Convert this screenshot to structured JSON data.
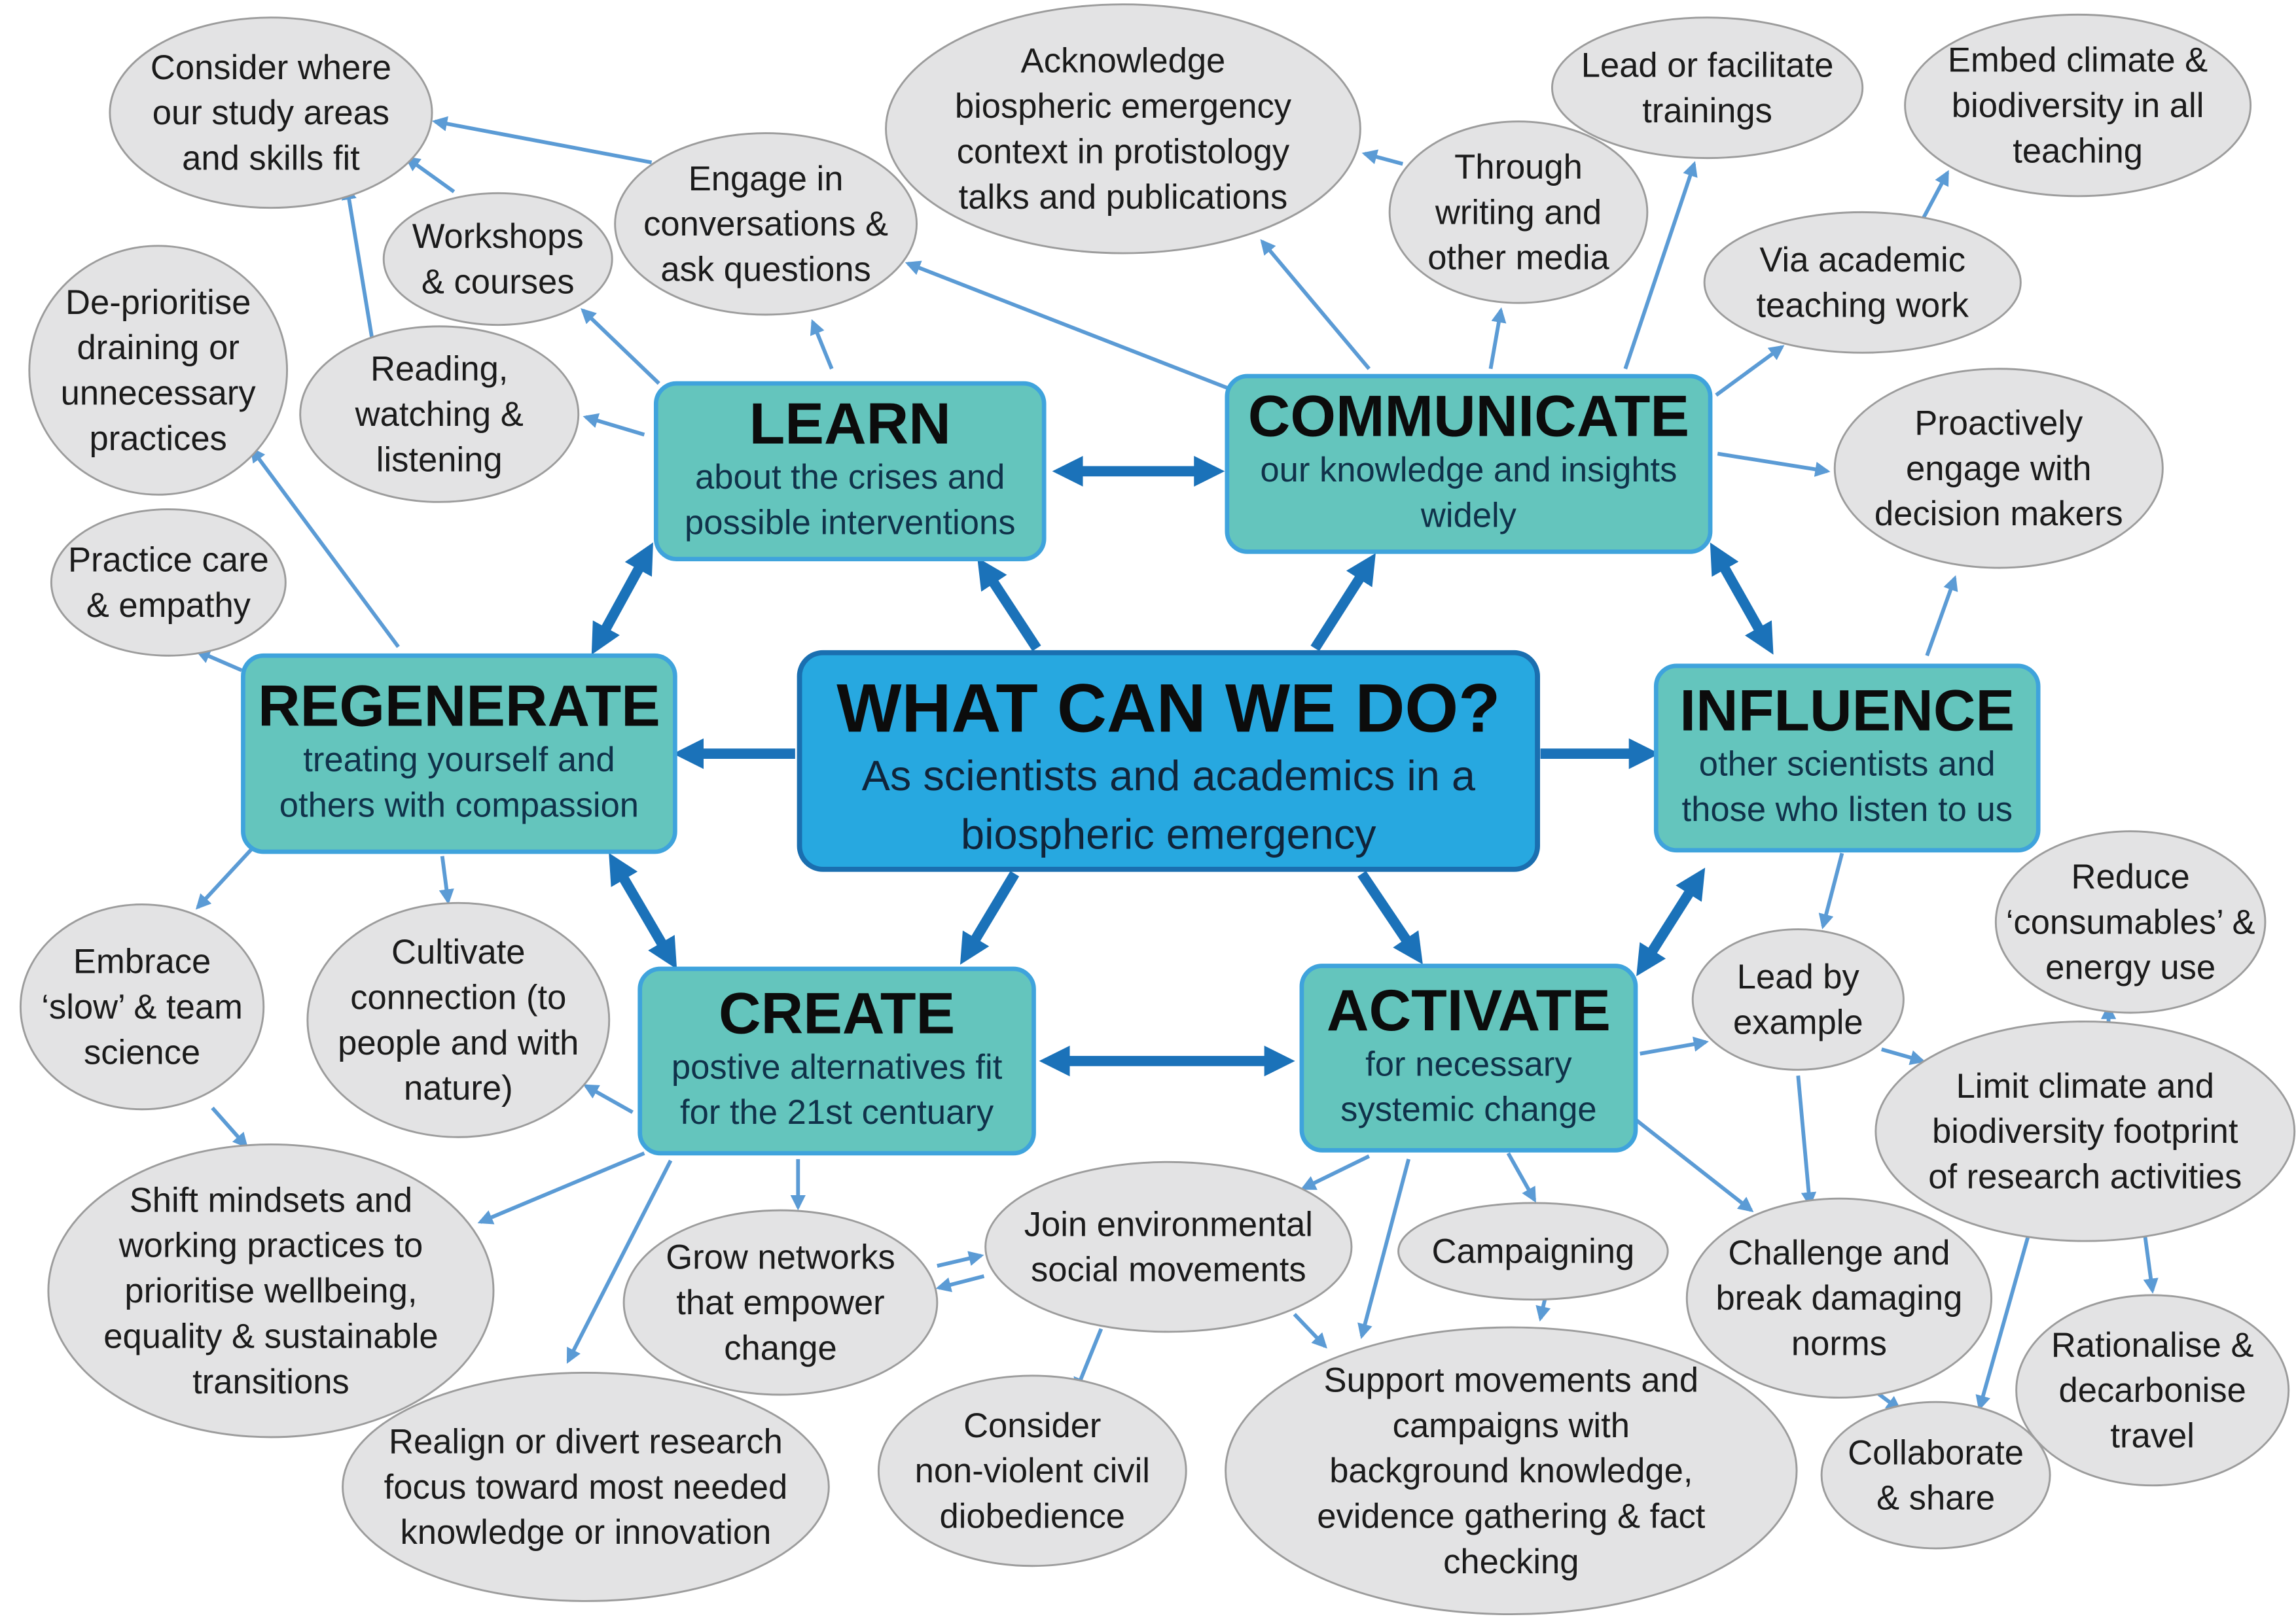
{
  "center": {
    "title": "WHAT CAN WE DO?",
    "lines": [
      "As  scientists and academics in a",
      "biospheric emergency"
    ]
  },
  "boxes": [
    {
      "title": "LEARN",
      "lines": [
        "about the crises and",
        "possible interventions"
      ]
    },
    {
      "title": "COMMUNICATE",
      "lines": [
        "our knowledge and insights",
        "widely"
      ]
    },
    {
      "title": "REGENERATE",
      "lines": [
        "treating yourself and",
        "others with compassion"
      ]
    },
    {
      "title": "INFLUENCE",
      "lines": [
        "other scientists and",
        "those who listen to us"
      ]
    },
    {
      "title": "CREATE",
      "lines": [
        "postive alternatives fit",
        "for the 21st centuary"
      ]
    },
    {
      "title": "ACTIVATE",
      "lines": [
        "for necessary",
        "systemic change"
      ]
    }
  ],
  "bubbles": [
    {
      "lines": [
        "Consider where",
        "our study areas",
        "and skills  fit"
      ]
    },
    {
      "lines": [
        "Workshops",
        "& courses"
      ]
    },
    {
      "lines": [
        "Engage in",
        "conversations &",
        "ask questions"
      ]
    },
    {
      "lines": [
        "Acknowledge",
        "biospheric emergency",
        "context in protistology",
        "talks and publications"
      ]
    },
    {
      "lines": [
        "Through",
        "writing and",
        "other media"
      ]
    },
    {
      "lines": [
        "Lead or facilitate",
        "trainings"
      ]
    },
    {
      "lines": [
        "Embed climate &",
        "biodiversity in all",
        "teaching"
      ]
    },
    {
      "lines": [
        "Via academic",
        "teaching work"
      ]
    },
    {
      "lines": [
        "De-prioritise",
        "draining or",
        "unnecessary",
        "practices"
      ]
    },
    {
      "lines": [
        "Reading,",
        "watching &",
        "listening"
      ]
    },
    {
      "lines": [
        "Proactively",
        "engage with",
        "decision makers"
      ]
    },
    {
      "lines": [
        "Practice care",
        "& empathy"
      ]
    },
    {
      "lines": [
        "Reduce",
        "‘consumables’ &",
        "energy use"
      ]
    },
    {
      "lines": [
        "Lead by",
        "example"
      ]
    },
    {
      "lines": [
        "Embrace",
        "‘slow’ & team",
        "science"
      ]
    },
    {
      "lines": [
        "Cultivate",
        "connection (to",
        "people and with",
        "nature)"
      ]
    },
    {
      "lines": [
        "Limit climate and",
        "biodiversity footprint",
        "of research activities"
      ]
    },
    {
      "lines": [
        "Shift mindsets and",
        "working practices to",
        "prioritise wellbeing,",
        "equality & sustainable",
        "transitions"
      ]
    },
    {
      "lines": [
        "Join environmental",
        "social movements"
      ]
    },
    {
      "lines": [
        "Campaigning"
      ]
    },
    {
      "lines": [
        "Challenge and",
        "break damaging",
        "norms"
      ]
    },
    {
      "lines": [
        "Grow networks",
        "that empower",
        "change"
      ]
    },
    {
      "lines": [
        "Rationalise &",
        "decarbonise",
        "travel"
      ]
    },
    {
      "lines": [
        "Consider",
        "non-violent civil",
        "diobedience"
      ]
    },
    {
      "lines": [
        "Realign or divert research",
        "focus toward most needed",
        "knowledge or innovation"
      ]
    },
    {
      "lines": [
        "Support movements and",
        "campaigns with",
        "background knowledge,",
        "evidence gathering & fact",
        "checking"
      ]
    },
    {
      "lines": [
        "Collaborate",
        "& share"
      ]
    }
  ],
  "colors": {
    "box_fill": "#64c5bd",
    "center_fill": "#27a8e0",
    "bubble_fill": "#e3e3e4",
    "thin_arrow": "#5b9bd5",
    "thick_arrow": "#1b72b9"
  }
}
